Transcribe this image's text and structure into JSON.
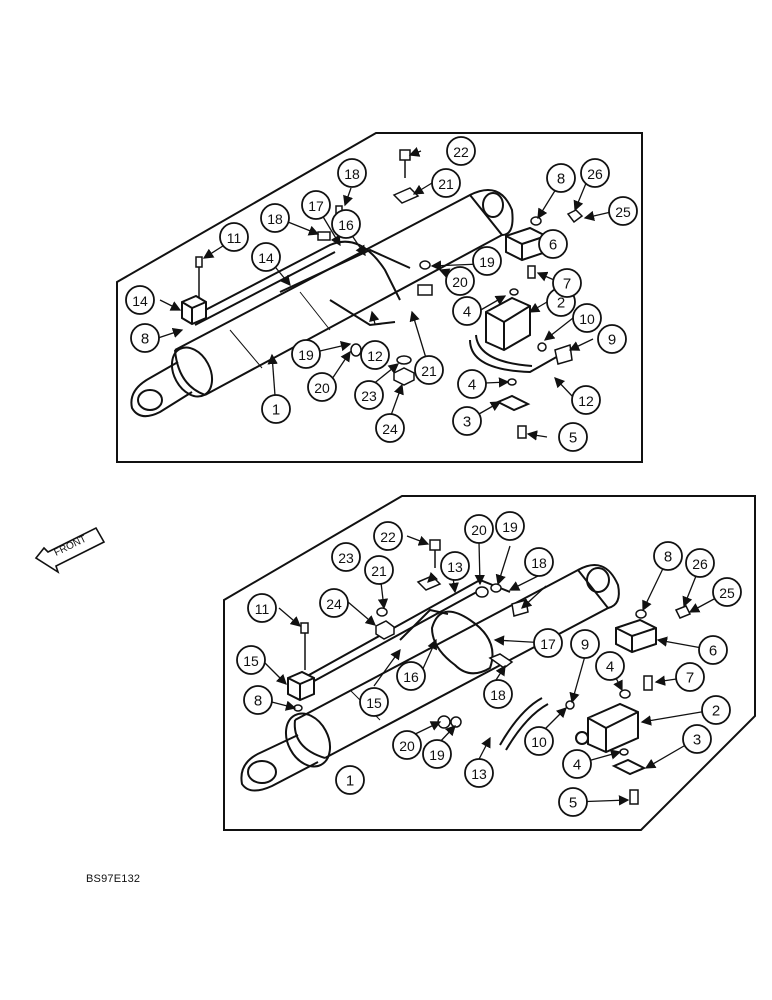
{
  "front_label": "FRONT",
  "drawing_ref": "BS97E132",
  "top_view": {
    "callouts": [
      {
        "id": "t1",
        "n": "1"
      },
      {
        "id": "t2",
        "n": "2"
      },
      {
        "id": "t3",
        "n": "3"
      },
      {
        "id": "t4a",
        "n": "4"
      },
      {
        "id": "t4b",
        "n": "4"
      },
      {
        "id": "t5",
        "n": "5"
      },
      {
        "id": "t6",
        "n": "6"
      },
      {
        "id": "t7",
        "n": "7"
      },
      {
        "id": "t8a",
        "n": "8"
      },
      {
        "id": "t8b",
        "n": "8"
      },
      {
        "id": "t9",
        "n": "9"
      },
      {
        "id": "t10",
        "n": "10"
      },
      {
        "id": "t11",
        "n": "11"
      },
      {
        "id": "t12a",
        "n": "12"
      },
      {
        "id": "t12b",
        "n": "12"
      },
      {
        "id": "t14a",
        "n": "14"
      },
      {
        "id": "t14b",
        "n": "14"
      },
      {
        "id": "t16",
        "n": "16"
      },
      {
        "id": "t17",
        "n": "17"
      },
      {
        "id": "t18a",
        "n": "18"
      },
      {
        "id": "t18b",
        "n": "18"
      },
      {
        "id": "t19a",
        "n": "19"
      },
      {
        "id": "t19b",
        "n": "19"
      },
      {
        "id": "t20a",
        "n": "20"
      },
      {
        "id": "t20b",
        "n": "20"
      },
      {
        "id": "t21a",
        "n": "21"
      },
      {
        "id": "t21b",
        "n": "21"
      },
      {
        "id": "t22",
        "n": "22"
      },
      {
        "id": "t23",
        "n": "23"
      },
      {
        "id": "t24",
        "n": "24"
      },
      {
        "id": "t25",
        "n": "25"
      },
      {
        "id": "t26",
        "n": "26"
      }
    ]
  },
  "bottom_view": {
    "callouts": [
      {
        "id": "b1",
        "n": "1"
      },
      {
        "id": "b2",
        "n": "2"
      },
      {
        "id": "b3",
        "n": "3"
      },
      {
        "id": "b4a",
        "n": "4"
      },
      {
        "id": "b4b",
        "n": "4"
      },
      {
        "id": "b5",
        "n": "5"
      },
      {
        "id": "b6",
        "n": "6"
      },
      {
        "id": "b7",
        "n": "7"
      },
      {
        "id": "b8a",
        "n": "8"
      },
      {
        "id": "b8b",
        "n": "8"
      },
      {
        "id": "b9",
        "n": "9"
      },
      {
        "id": "b10",
        "n": "10"
      },
      {
        "id": "b11",
        "n": "11"
      },
      {
        "id": "b13a",
        "n": "13"
      },
      {
        "id": "b13b",
        "n": "13"
      },
      {
        "id": "b15a",
        "n": "15"
      },
      {
        "id": "b15b",
        "n": "15"
      },
      {
        "id": "b16",
        "n": "16"
      },
      {
        "id": "b17",
        "n": "17"
      },
      {
        "id": "b18a",
        "n": "18"
      },
      {
        "id": "b18b",
        "n": "18"
      },
      {
        "id": "b19a",
        "n": "19"
      },
      {
        "id": "b19b",
        "n": "19"
      },
      {
        "id": "b20a",
        "n": "20"
      },
      {
        "id": "b20b",
        "n": "20"
      },
      {
        "id": "b21",
        "n": "21"
      },
      {
        "id": "b22",
        "n": "22"
      },
      {
        "id": "b23",
        "n": "23"
      },
      {
        "id": "b24",
        "n": "24"
      },
      {
        "id": "b25",
        "n": "25"
      },
      {
        "id": "b26",
        "n": "26"
      }
    ]
  }
}
